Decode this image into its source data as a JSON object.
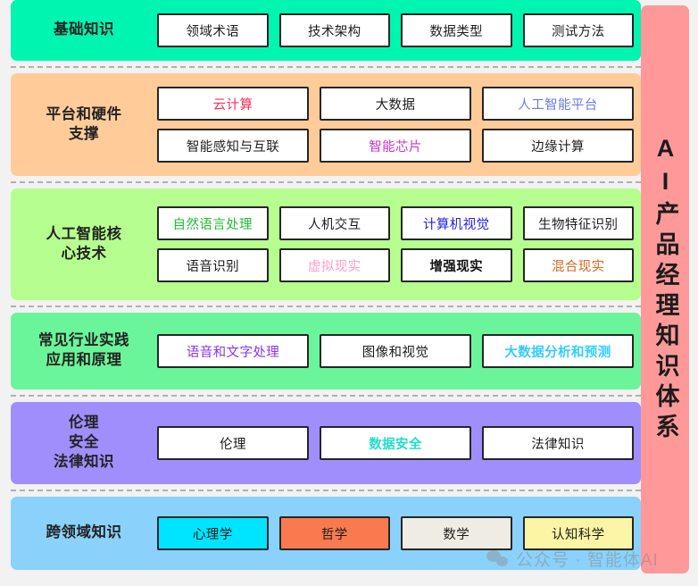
{
  "title_vertical": "AI产品经理知识体系",
  "side_bar_color": "#ff9999",
  "watermark": {
    "text": "公众号 · 智能体AI",
    "icon": "wechat-icon"
  },
  "rows": [
    {
      "label": "基础知识",
      "bg": "#00f5b0",
      "height": 68,
      "grid": [
        [
          {
            "text": "领域术语",
            "color": "#1d1d1d",
            "bg": "#ffffff",
            "bold": false
          },
          {
            "text": "技术架构",
            "color": "#1d1d1d",
            "bg": "#ffffff",
            "bold": false
          },
          {
            "text": "数据类型",
            "color": "#1d1d1d",
            "bg": "#ffffff",
            "bold": false
          },
          {
            "text": "测试方法",
            "color": "#1d1d1d",
            "bg": "#ffffff",
            "bold": false
          }
        ]
      ]
    },
    {
      "label": "平台和硬件\n支撑",
      "bg": "#ffcc99",
      "height": 115,
      "grid": [
        [
          {
            "text": "云计算",
            "color": "#fa2a5a",
            "bg": "#ffffff",
            "bold": false
          },
          {
            "text": "大数据",
            "color": "#1d1d1d",
            "bg": "#ffffff",
            "bold": false
          },
          {
            "text": "人工智能平台",
            "color": "#6a7ce0",
            "bg": "#ffffff",
            "bold": false
          }
        ],
        [
          {
            "text": "智能感知与互联",
            "color": "#1d1d1d",
            "bg": "#ffffff",
            "bold": false
          },
          {
            "text": "智能芯片",
            "color": "#cc33cc",
            "bg": "#ffffff",
            "bold": false
          },
          {
            "text": "边缘计算",
            "color": "#1d1d1d",
            "bg": "#ffffff",
            "bold": false
          }
        ]
      ]
    },
    {
      "label": "人工智能核\n心技术",
      "bg": "#b6fe8f",
      "height": 125,
      "grid": [
        [
          {
            "text": "自然语言处理",
            "color": "#22bb33",
            "bg": "#ffffff",
            "bold": false
          },
          {
            "text": "人机交互",
            "color": "#1d1d1d",
            "bg": "#ffffff",
            "bold": false
          },
          {
            "text": "计算机视觉",
            "color": "#2222ee",
            "bg": "#ffffff",
            "bold": false
          },
          {
            "text": "生物特征识别",
            "color": "#1d1d1d",
            "bg": "#ffffff",
            "bold": false
          }
        ],
        [
          {
            "text": "语音识别",
            "color": "#1d1d1d",
            "bg": "#ffffff",
            "bold": false
          },
          {
            "text": "虚拟现实",
            "color": "#ff9ec9",
            "bg": "#ffffff",
            "bold": false
          },
          {
            "text": "增强现实",
            "color": "#111111",
            "bg": "#ffffff",
            "bold": true
          },
          {
            "text": "混合现实",
            "color": "#d2691e",
            "bg": "#ffffff",
            "bold": false
          }
        ]
      ]
    },
    {
      "label": "常见行业实践\n应用和原理",
      "bg": "#6bf59a",
      "height": 86,
      "grid": [
        [
          {
            "text": "语音和文字处理",
            "color": "#8833ee",
            "bg": "#ffffff",
            "bold": false
          },
          {
            "text": "图像和视觉",
            "color": "#1d1d1d",
            "bg": "#ffffff",
            "bold": false
          },
          {
            "text": "大数据分析和预测",
            "color": "#33ccff",
            "bg": "#ffffff",
            "bold": true
          }
        ]
      ]
    },
    {
      "label": "伦理\n安全\n法律知识",
      "bg": "#9f8efc",
      "height": 92,
      "grid": [
        [
          {
            "text": "伦理",
            "color": "#1d1d1d",
            "bg": "#ffffff",
            "bold": false
          },
          {
            "text": "数据安全",
            "color": "#22ddcc",
            "bg": "#ffffff",
            "bold": true
          },
          {
            "text": "法律知识",
            "color": "#1d1d1d",
            "bg": "#ffffff",
            "bold": false
          }
        ]
      ]
    },
    {
      "label": "跨领域知识",
      "bg": "#8ad2fb",
      "height": 82,
      "grid": [
        [
          {
            "text": "心理学",
            "color": "#1d1d1d",
            "bg": "#00e5ff",
            "bold": false
          },
          {
            "text": "哲学",
            "color": "#1d1d1d",
            "bg": "#fa7a50",
            "bold": false
          },
          {
            "text": "数学",
            "color": "#1d1d1d",
            "bg": "#efece3",
            "bold": false
          },
          {
            "text": "认知科学",
            "color": "#1d1d1d",
            "bg": "#fdf5a6",
            "bold": false
          }
        ]
      ]
    }
  ]
}
